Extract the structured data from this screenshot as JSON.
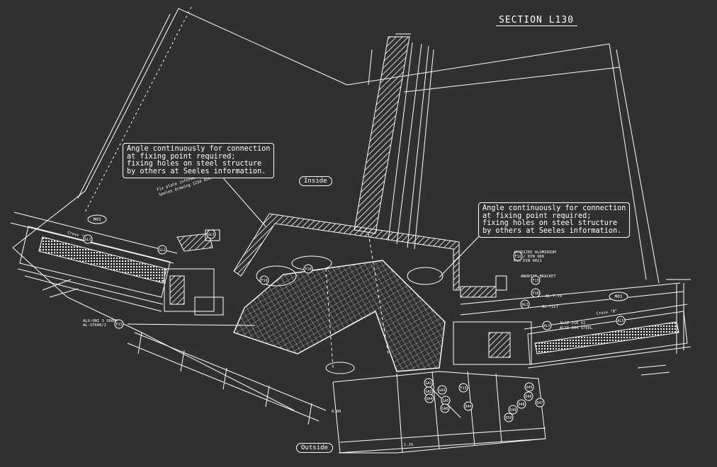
{
  "title": "SECTION L130",
  "note_left": "Angle continuously for connection\nat fixing point required;\nfixing holes on steel structure\nby others at Seeles information.",
  "note_right": "Angle continuously for connection\nat fixing point required;\nfixing holes on steel structure\nby others at Seeles information.",
  "label_inside": "Inside",
  "label_outside": "Outside",
  "bubbles": [
    "M03",
    "M03",
    "GL2",
    "GL2",
    "GL3",
    "F10",
    "F10",
    "F11",
    "F12",
    "F13",
    "F18",
    "AL2",
    "AL3",
    "AL5",
    "GA1",
    "GA2",
    "GA3",
    "GA4",
    "GA5",
    "GA6",
    "D44",
    "D45",
    "D46",
    "D47",
    "D48",
    "D49",
    "D50",
    "F15"
  ],
  "colors": {
    "background": "#303030",
    "lines": "#ffffff"
  }
}
